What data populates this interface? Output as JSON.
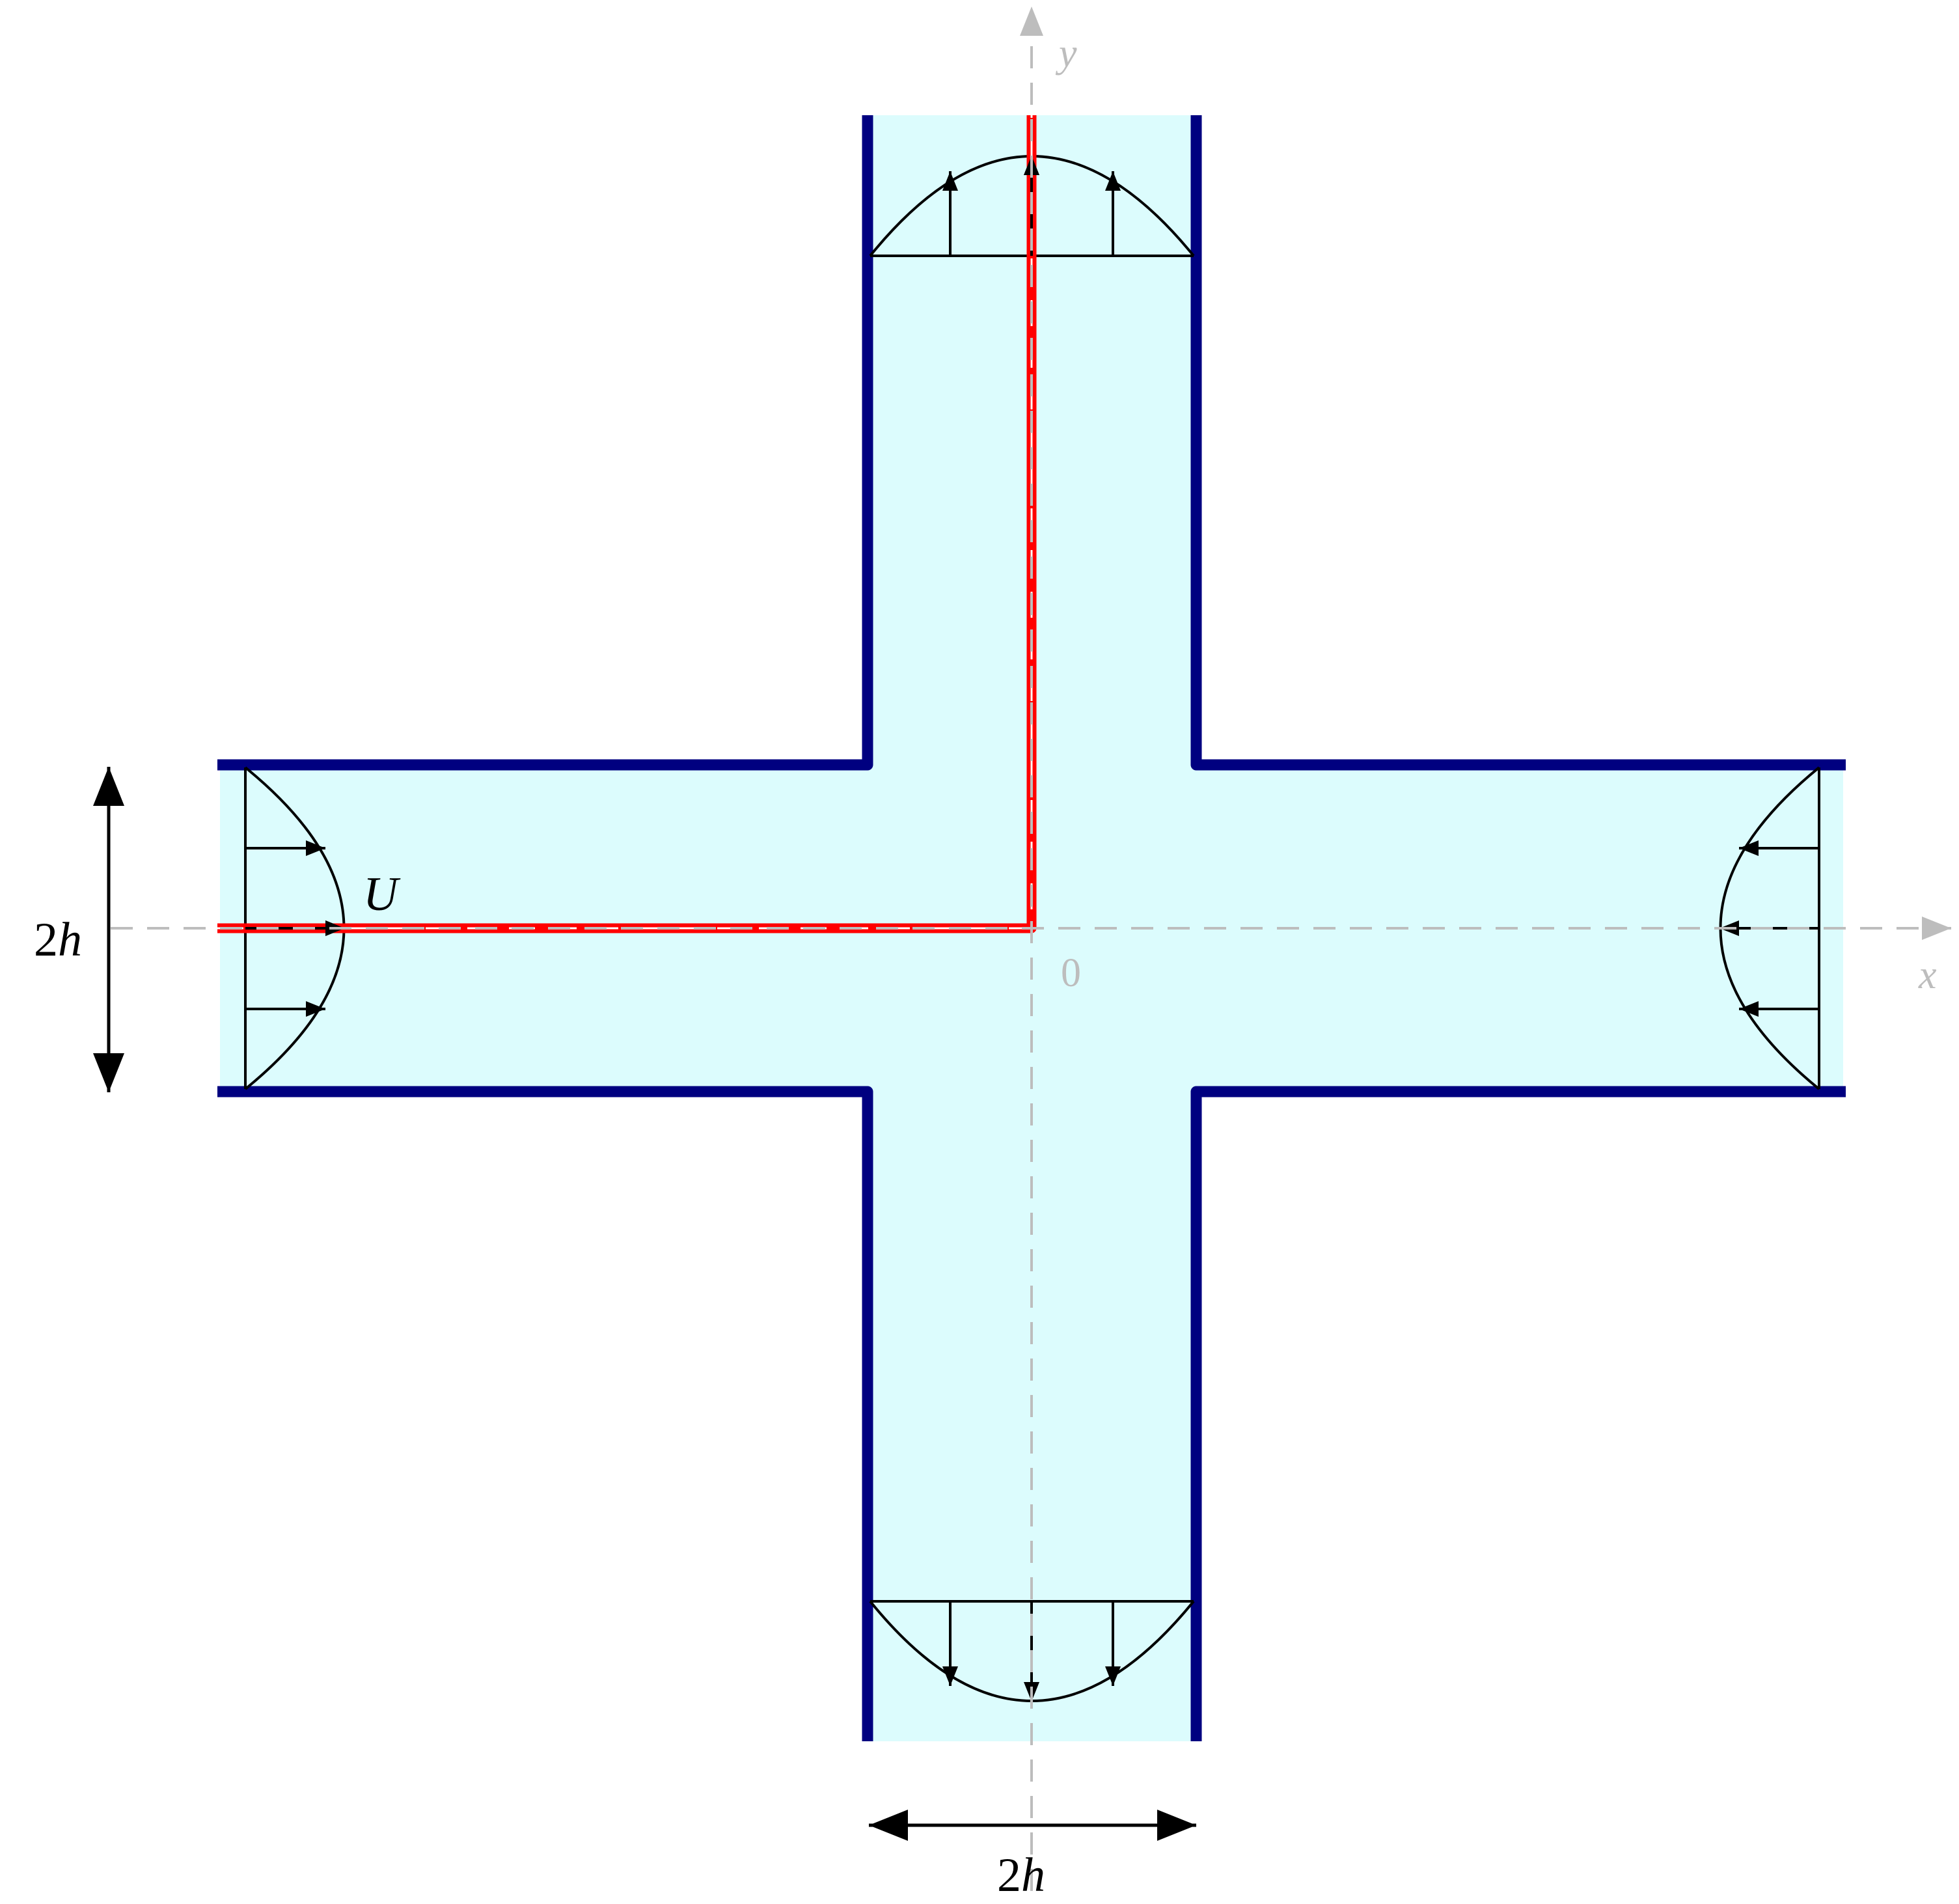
{
  "labels": {
    "x_axis": "x",
    "y_axis": "y",
    "origin": "0",
    "velocity": "U",
    "width_left_num": "2",
    "width_left_var": "h",
    "width_bottom_num": "2",
    "width_bottom_var": "h"
  },
  "colors": {
    "fluid": "#dcfcfd",
    "wall": "#000080",
    "symmetry_path": "#ff0000",
    "axis": "#bdbdbd",
    "profile": "#000000"
  },
  "icons": {
    "arrowhead": "triangle-arrowhead",
    "dimension_arrow": "double-headed-arrow"
  }
}
